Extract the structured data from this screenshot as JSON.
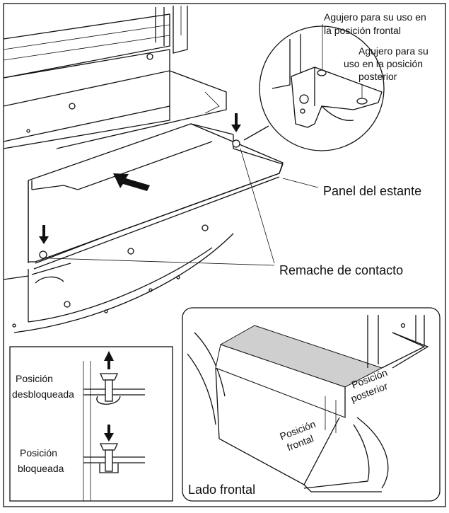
{
  "labels": {
    "hole_front": [
      "Agujero para su uso en",
      "la posición frontal"
    ],
    "hole_rear": [
      "Agujero para su",
      "uso en la posición",
      "posterior"
    ],
    "shelf_panel": "Panel del estante",
    "contact_rivet": "Remache de contacto",
    "unlocked": [
      "Posición",
      "desbloqueada"
    ],
    "locked": [
      "Posición",
      "bloqueada"
    ],
    "front_position": [
      "Posición",
      "frontal"
    ],
    "rear_position": [
      "Posición",
      "posterior"
    ],
    "front_side": "Lado frontal"
  },
  "icons": [
    "push-arrow-icon",
    "down-arrow-icon",
    "up-arrow-icon",
    "rivet-icon"
  ],
  "colors": {
    "line": "#111111",
    "shade": "#cfcfcf",
    "background": "#ffffff"
  }
}
